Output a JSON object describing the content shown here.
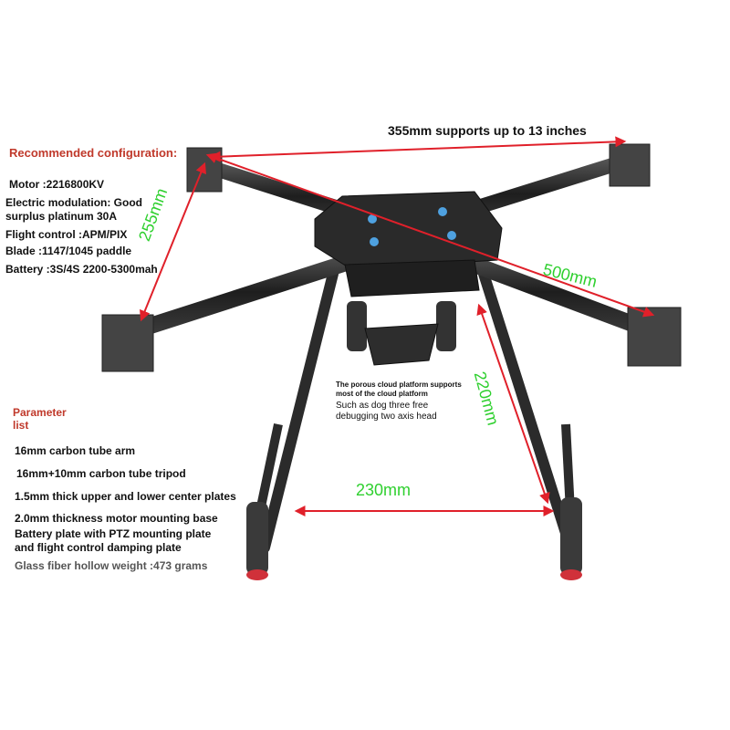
{
  "config": {
    "heading": "Recommended configuration:",
    "motor": "Motor :2216800KV",
    "esc_line1": "Electric modulation: Good",
    "esc_line2": "surplus platinum 30A",
    "flight_control": "Flight control :APM/PIX",
    "blade": "Blade :1147/1045 paddle",
    "battery": "Battery :3S/4S 2200-5300mah"
  },
  "parameters": {
    "heading_line1": "Parameter",
    "heading_line2": "list",
    "items": [
      "16mm carbon tube arm",
      "16mm+10mm carbon tube tripod",
      "1.5mm thick upper and lower center plates",
      "2.0mm thickness motor mounting base",
      "Battery plate with PTZ mounting plate",
      "and flight control damping plate",
      "Glass fiber hollow weight :473 grams"
    ]
  },
  "gimbal_note": {
    "line1": "The porous cloud platform supports",
    "line2": "most of the cloud platform",
    "line3": "Such as dog three free",
    "line4": "debugging two axis head"
  },
  "dimensions": {
    "top": "355mm supports up to 13 inches",
    "diagonal": "500mm",
    "left": "255mm",
    "leg": "220mm",
    "span": "230mm"
  },
  "colors": {
    "heading_red": "#c0392b",
    "dimension_green": "#2fd02f",
    "arrow_red": "#e0202a",
    "carbon": "#2b2b2b"
  }
}
